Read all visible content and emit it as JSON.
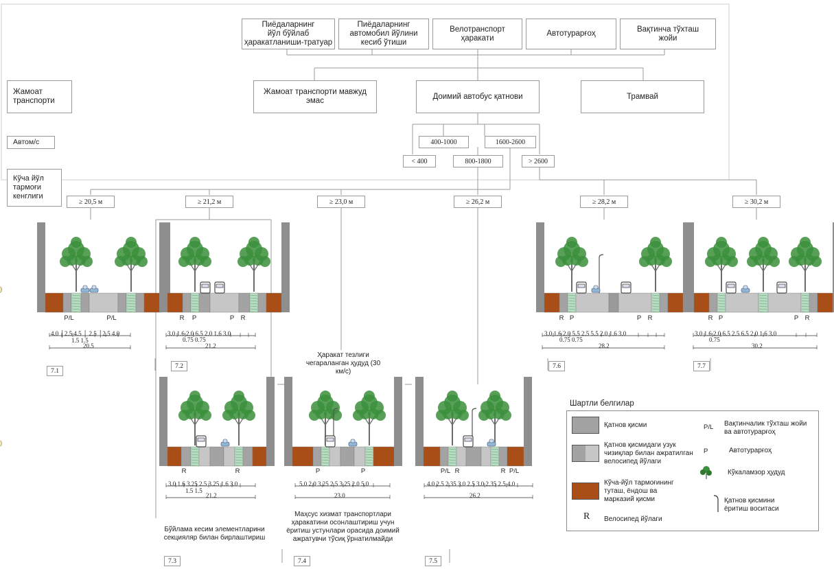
{
  "top_boxes": [
    "Пиёдаларнинг\nйўл бўйлаб\nҳаракатланиши-тратуар",
    "Пиёдаларнинг\nавтомобил йўлини\nкесиб ўтиши",
    "Велотранспорт\nҳаракати",
    "Автотурарғоҳ",
    "Вақтинча тўхташ\nжойи"
  ],
  "transport_label": "Жамоат\nтранспорти",
  "transport_boxes": [
    "Жамоат транспорти мавжуд\nэмас",
    "Доимий автобус қатнови",
    "Трамвай"
  ],
  "flow_label": "Автом/с",
  "flow_boxes": [
    "400-1000",
    "1600-2600",
    "< 400",
    "800-1800",
    "> 2600"
  ],
  "network_label": "Кўча йўл\nтармоғи\nкенглиги",
  "width_boxes": [
    "≥ 20,5 м",
    "≥ 21,2 м",
    "≥ 23,0 м",
    "≥ 26,2 м",
    "≥ 28,2 м",
    "≥ 30,2 м"
  ],
  "sections": [
    {
      "id": "7.1",
      "labels": [
        "P/L",
        "P/L"
      ],
      "dims_top": "4.0 │2.5   4.5  │ 2.5 │2.5  4.0",
      "dims_mid": "1.5   1.5",
      "total": "20.5"
    },
    {
      "id": "7.2",
      "labels": [
        "R",
        "P",
        "P",
        "R"
      ],
      "dims_top": "3.0 1.6 2.0   6.5   2.0 1.6 3.0",
      "dims_mid": "0.75              0.75",
      "total": "21.2"
    },
    {
      "id": "7.6",
      "labels": [
        "R",
        "P",
        "P",
        "R"
      ],
      "dims_top": "3.0 1.6 2.0  5.5  2.5  5.5  2.0 1.6 3.0",
      "dims_mid": "0.75                    0.75",
      "total": "28.2"
    },
    {
      "id": "7.7",
      "labels": [
        "R",
        "P",
        "P",
        "R"
      ],
      "dims_top": "3.0 1.6 2.0  6.5  2.5  6.5  2.0 1.6 3.0",
      "dims_mid": "0.75",
      "total": "30.2"
    },
    {
      "id": "7.3",
      "labels": [
        "R",
        "R"
      ],
      "dims_top": "3.0 1.6  3.25 2.5 3.25  1.6 3.0",
      "dims_mid": "1.5             1.5",
      "total": "21.2"
    },
    {
      "id": "7.4",
      "labels": [
        "P",
        "P"
      ],
      "dims_top": "5.0   2.0 3.25 2.5 3.25 2.0   5.0",
      "dims_mid": "",
      "total": "23.0"
    },
    {
      "id": "7.5",
      "labels": [
        "P/L",
        "R",
        "R",
        "P/L"
      ],
      "dims_top": "4.0  2.5 2.35 3.0 2.5 3.0 2.35 2.5  4.0",
      "dims_mid": "",
      "total": "26.2"
    }
  ],
  "note_7_4_top": "Ҳаракат тезлиги\nчегараланган ҳудуд (30\nкм/с)",
  "note_7_3": "Бўйлама кесим элементларини\nсекцияляр билан бирлаштириш",
  "note_7_4_bottom": "Маҳсус хизмат транспортлари\nҳаракатини осонлаштириш учун\nёритиш устунлари орасида доимий\nажратувчи тўсиқ ўрнатилмайди",
  "legend": {
    "title": "Шартли белгилар",
    "items": [
      "Қатнов қисми",
      "Қатнов қисмидаги узук\nчизиқлар билан ажратилган\nвелосипед йўлаги",
      "Кўча-йўл тармоғининг\nтуташ, ёндош ва\nмарказий қисми",
      "Велосипед йўлаги"
    ],
    "symbols": [
      {
        "sym": "P/L",
        "text": "Вақтинчалик тўхташ жойи\nва автотурарғоҳ"
      },
      {
        "sym": "P",
        "text": "Автотурарғоҳ"
      },
      {
        "sym": "",
        "text": "Кўкаламзор ҳудуд"
      },
      {
        "sym": "",
        "text": "Қатнов қисмини\nёритиш воситаси"
      }
    ],
    "r_symbol": "R"
  },
  "colors": {
    "road": "#a3a3a3",
    "roadLight": "#c6c6c6",
    "soil": "#a94e17",
    "wall": "#8e8e8e",
    "tree": "#3b8f3b",
    "green": "#b8dcc2"
  }
}
